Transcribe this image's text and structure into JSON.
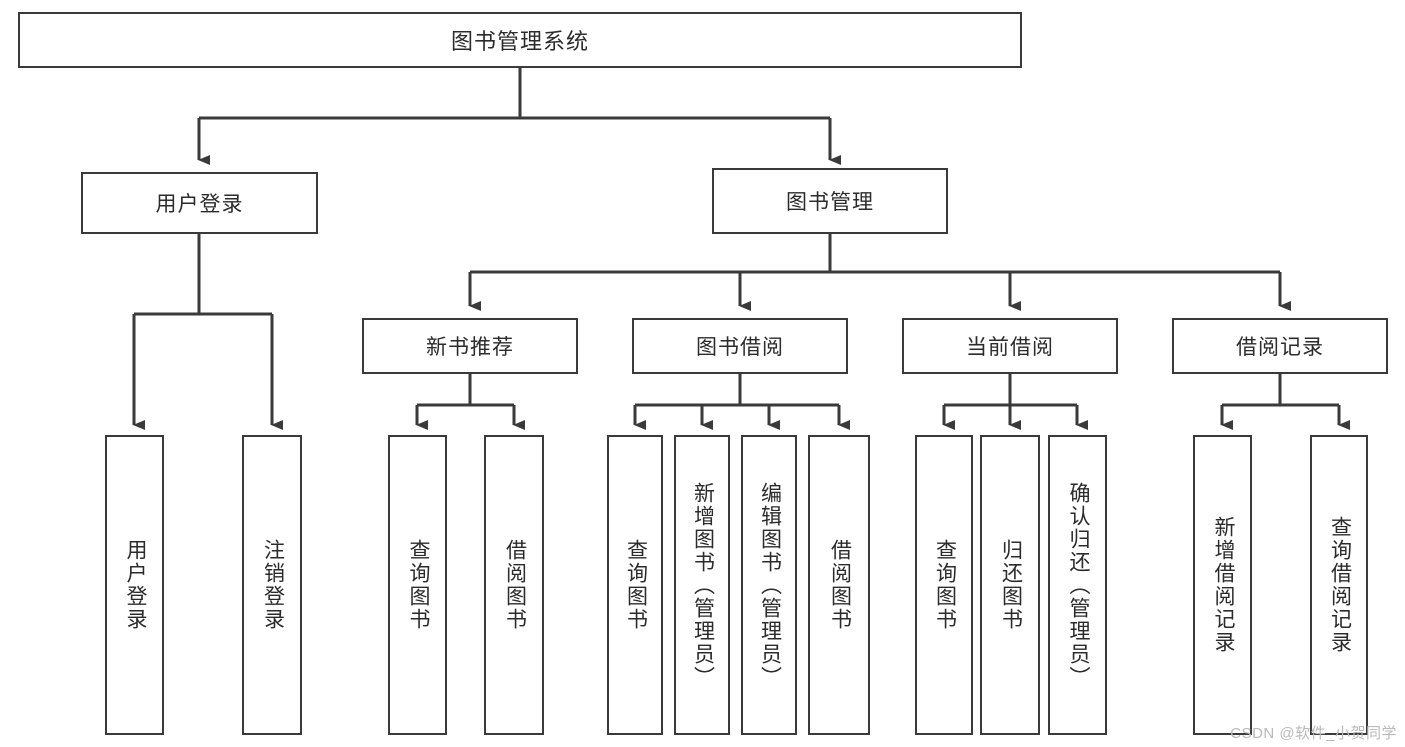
{
  "diagram": {
    "title": "图书管理系统",
    "type": "tree",
    "root": {
      "label": "图书管理系统"
    },
    "level2": [
      {
        "label": "用户登录"
      },
      {
        "label": "图书管理"
      }
    ],
    "level3": [
      {
        "label": "新书推荐"
      },
      {
        "label": "图书借阅"
      },
      {
        "label": "当前借阅"
      },
      {
        "label": "借阅记录"
      }
    ],
    "leaves": {
      "user_login": [
        {
          "label": "用户登录"
        },
        {
          "label": "注销登录"
        }
      ],
      "new_book_recommend": [
        {
          "label": "查询图书"
        },
        {
          "label": "借阅图书"
        }
      ],
      "book_borrow": [
        {
          "label": "查询图书"
        },
        {
          "label": "新增图书（管理员）"
        },
        {
          "label": "编辑图书（管理员）"
        },
        {
          "label": "借阅图书"
        }
      ],
      "current_borrow": [
        {
          "label": "查询图书"
        },
        {
          "label": "归还图书"
        },
        {
          "label": "确认归还（管理员）"
        }
      ],
      "borrow_record": [
        {
          "label": "新增借阅记录"
        },
        {
          "label": "查询借阅记录"
        }
      ]
    },
    "watermark": "CSDN @软件_小贺同学",
    "colors": {
      "stroke": "#3a3a3a",
      "fill": "#ffffff",
      "text": "#2b2b2b",
      "watermark": "#b9b9b9"
    }
  }
}
